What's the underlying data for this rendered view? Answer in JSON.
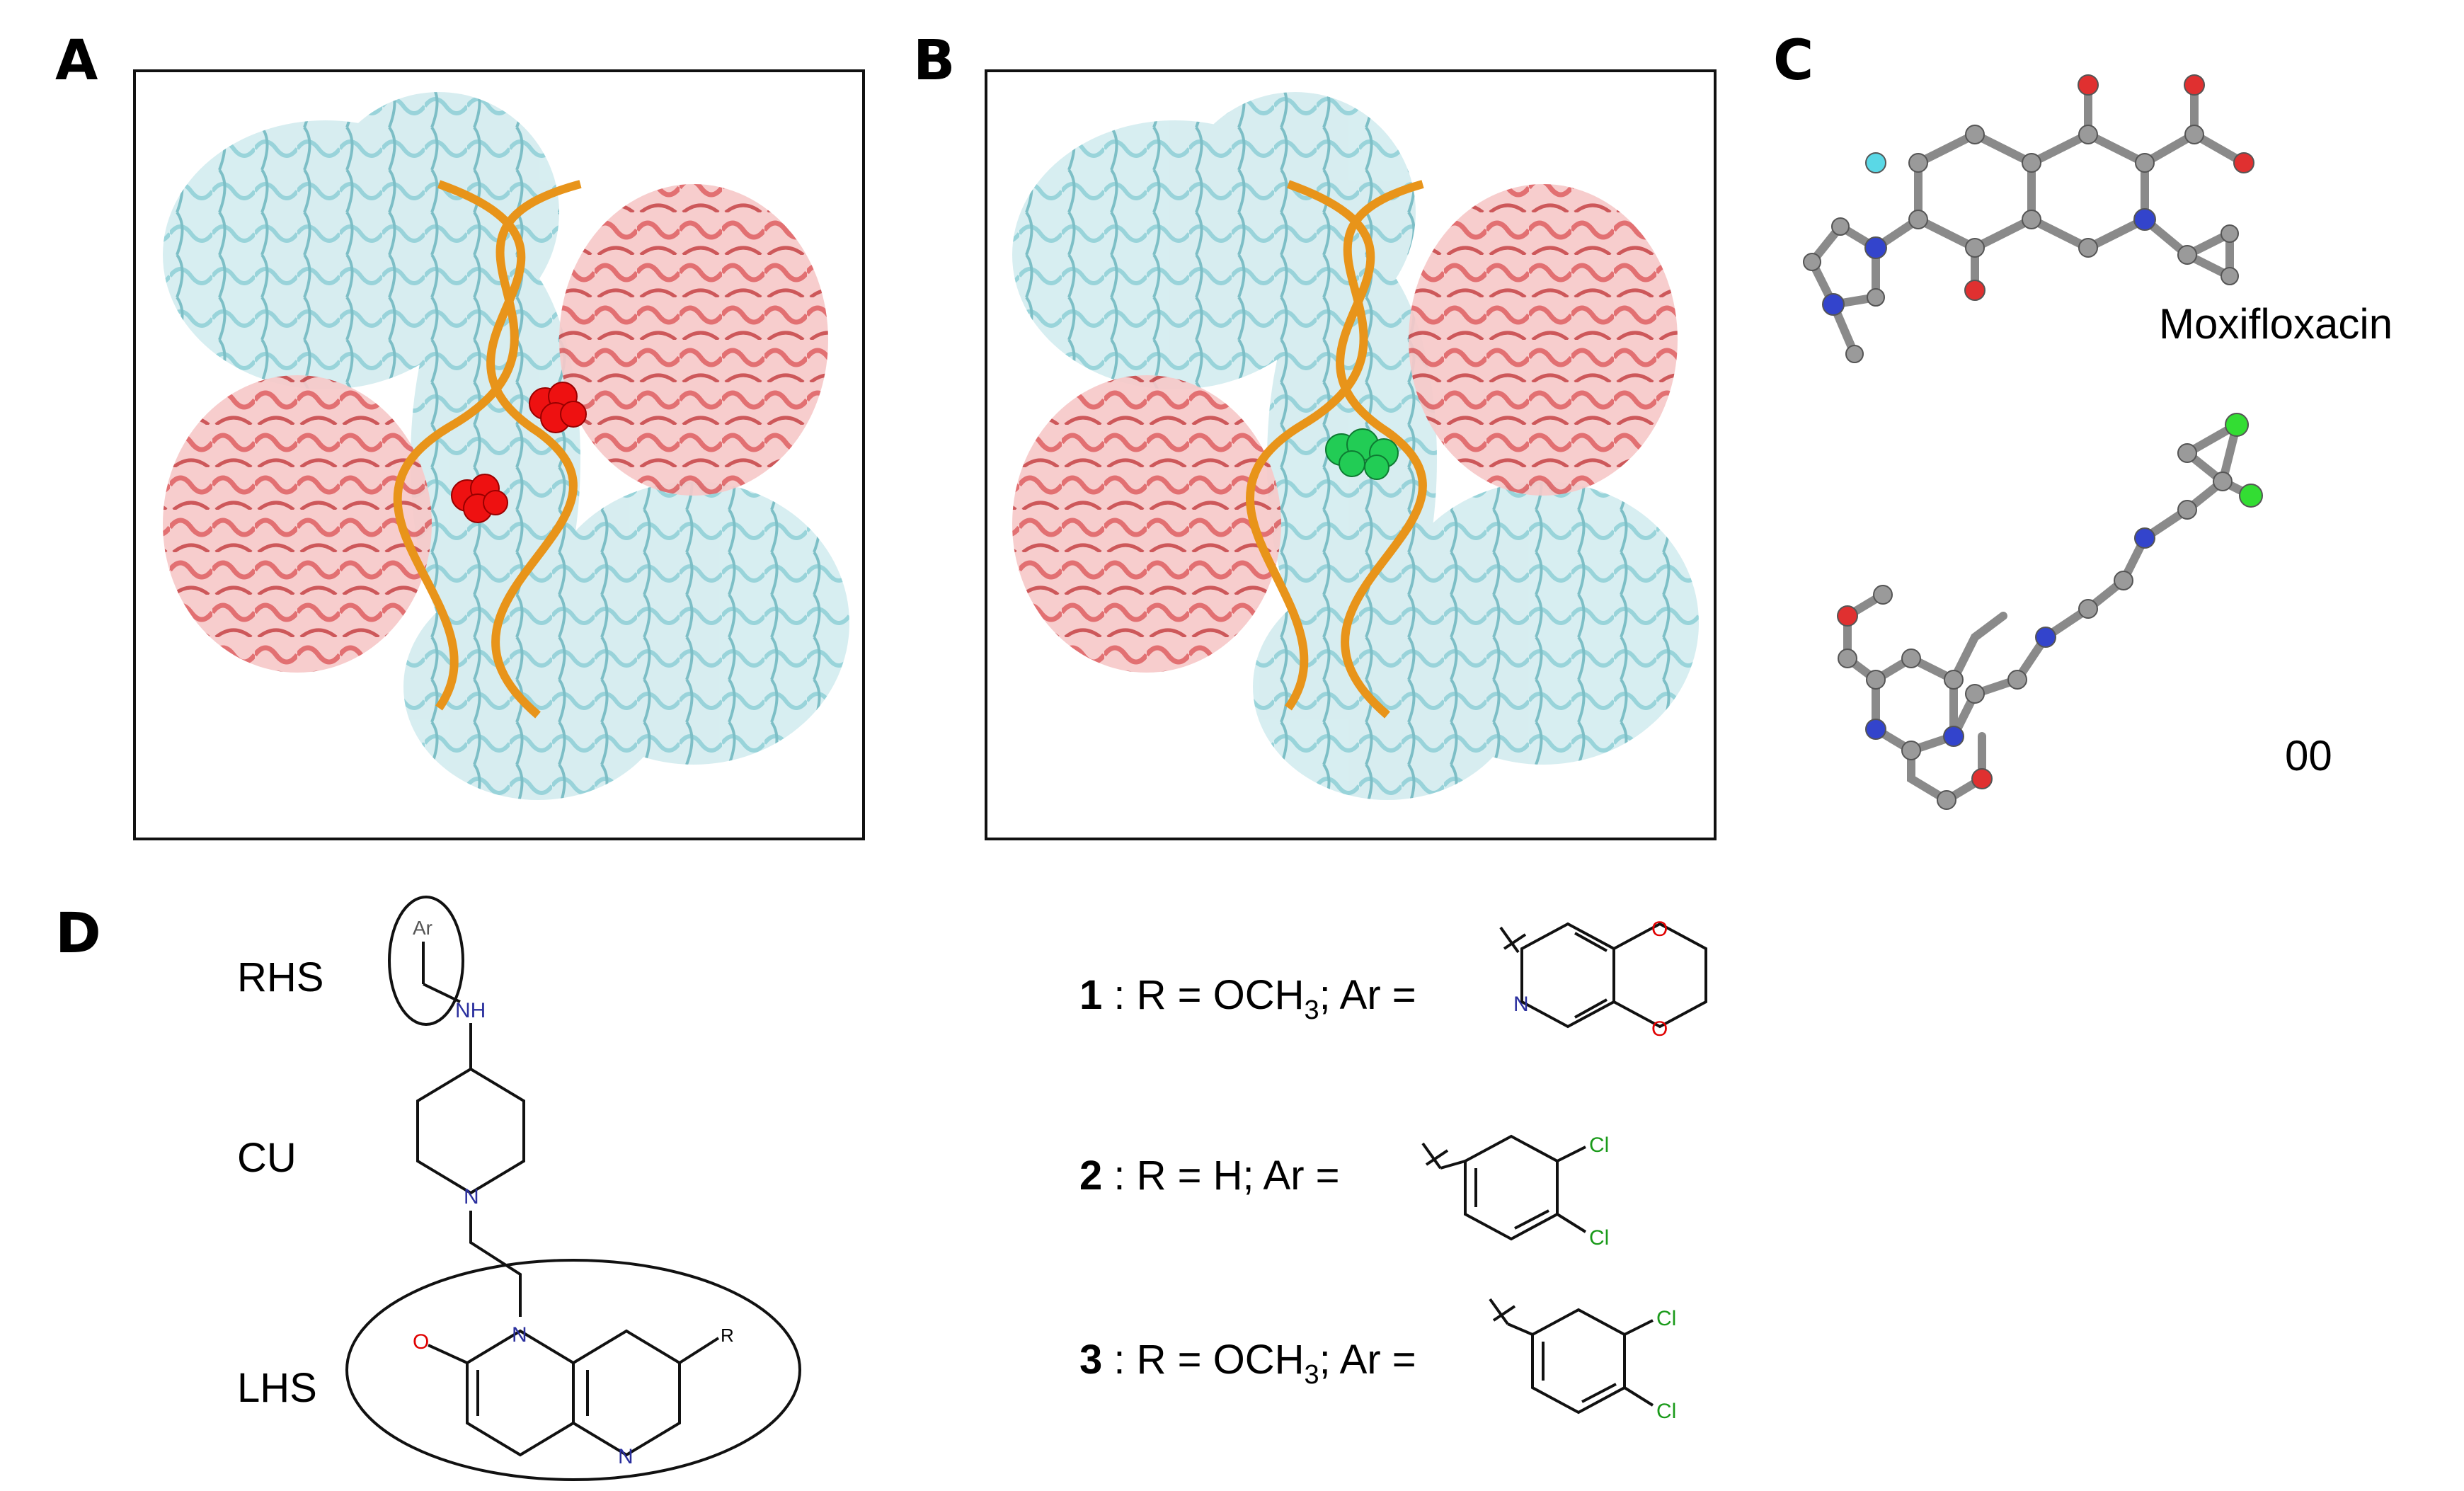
{
  "panels": {
    "a": "A",
    "b": "B",
    "c": "C",
    "d": "D"
  },
  "panel_c": {
    "ligand_1": "Moxifloxacin",
    "ligand_2": "00"
  },
  "panel_d": {
    "regions": {
      "rhs": "RHS",
      "cu": "CU",
      "lhs": "LHS"
    },
    "atoms": {
      "ar": "Ar",
      "nh": "NH",
      "n_pip": "N",
      "n_amide": "N",
      "o": "O",
      "r": "R",
      "n_ring": "N"
    },
    "compounds": [
      {
        "id": "1",
        "desc": " : R = OCH",
        "sub": "3",
        "tail": "; Ar ="
      },
      {
        "id": "2",
        "desc": " : R = H; Ar =",
        "sub": "",
        "tail": ""
      },
      {
        "id": "3",
        "desc": " : R = OCH",
        "sub": "3",
        "tail": "; Ar ="
      }
    ],
    "substituents": {
      "o_top": "O",
      "o_bottom": "O",
      "n_pyr": "N",
      "cl": "Cl"
    }
  },
  "colors": {
    "protein_cyan": "#8ecfd6",
    "protein_red": "#e06466",
    "dna_orange": "#e8941a",
    "ligand_red": "#ee1111",
    "ligand_green": "#22cc55",
    "nitrogen_blue": "#2a2f9e",
    "oxygen_red": "#e00000",
    "chlorine_green": "#1a9a1a"
  }
}
